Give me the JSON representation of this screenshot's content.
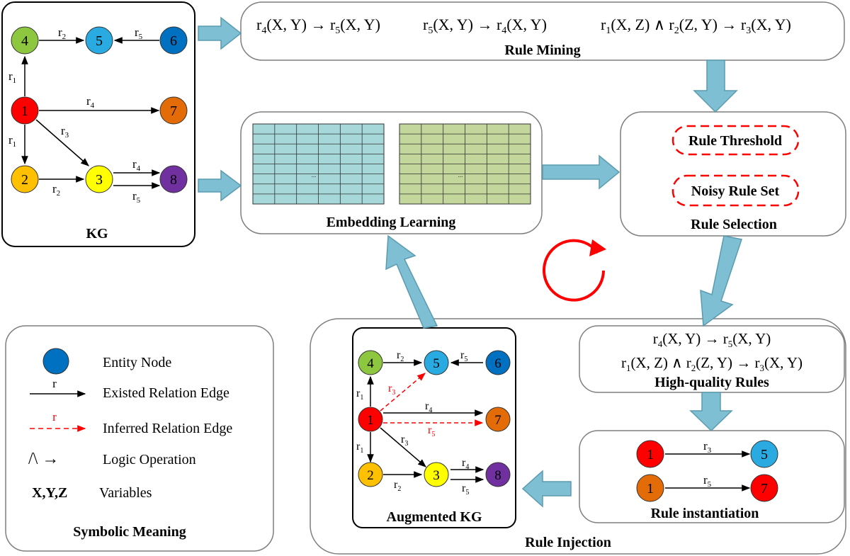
{
  "kg": {
    "title": "KG",
    "nodes": [
      {
        "label": "4",
        "color": "#8dc63f"
      },
      {
        "label": "5",
        "color": "#29abe2"
      },
      {
        "label": "6",
        "color": "#0070c0"
      },
      {
        "label": "1",
        "color": "#ff0000"
      },
      {
        "label": "7",
        "color": "#e36c09"
      },
      {
        "label": "2",
        "color": "#ffc000"
      },
      {
        "label": "3",
        "color": "#ffff00"
      },
      {
        "label": "8",
        "color": "#7030a0"
      }
    ],
    "edge_labels": {
      "r2": "2",
      "r5": "5",
      "r1a": "1",
      "r4": "4",
      "r1b": "1",
      "r3": "3",
      "r4b": "4",
      "r2b": "2",
      "r5b": "5"
    }
  },
  "rule_mining": {
    "title": "Rule Mining",
    "rules": [
      {
        "a": "4",
        "a_args": "(X, Y)",
        "b": "5",
        "b_args": "(X, Y)"
      },
      {
        "a": "5",
        "a_args": "(X, Y)",
        "b": "4",
        "b_args": "(X, Y)"
      },
      {
        "a": "1",
        "a_args": "(X, Z)",
        "c": "2",
        "c_args": "(Z, Y)",
        "b": "3",
        "b_args": "(X, Y)"
      }
    ]
  },
  "embedding": {
    "title": "Embedding Learning",
    "ellipsis": "...",
    "colors": [
      "#a6d7d9",
      "#c3d69b"
    ]
  },
  "rule_selection": {
    "title": "Rule Selection",
    "threshold": "Rule Threshold",
    "noisy": "Noisy Rule Set"
  },
  "high_quality": {
    "title": "High-quality Rules",
    "rule1": {
      "a": "4",
      "args": "(X, Y)",
      "b": "5"
    },
    "rule2": {
      "a": "1",
      "a_args": "(X, Z)",
      "c": "2",
      "c_args": "(Z, Y)",
      "b": "3",
      "b_args": "(X, Y)"
    }
  },
  "instantiation": {
    "title": "Rule instantiation",
    "row1": {
      "from": "1",
      "rel": "3",
      "to": "5",
      "from_color": "#ff0000",
      "to_color": "#29abe2"
    },
    "row2": {
      "from": "1",
      "rel": "5",
      "to": "7",
      "from_color": "#e36c09",
      "to_color": "#ff0000"
    }
  },
  "augmented": {
    "title": "Augmented KG",
    "inferred_r3": "3",
    "inferred_r5": "5"
  },
  "rule_injection": {
    "title": "Rule Injection"
  },
  "legend": {
    "title": "Symbolic Meaning",
    "entity_node": "Entity Node",
    "existed_edge": "Existed Relation Edge",
    "inferred_edge": "Inferred Relation Edge",
    "edge_r": "r",
    "logic_symbols": "/\\    →",
    "logic_op": "Logic Operation",
    "vars_symbol": "X,Y,Z",
    "variables": "Variables"
  },
  "colors": {
    "arrow": "#7fbfd3",
    "arrow_stroke": "#5a9bb0",
    "red": "#ff0000",
    "panel_stroke": "#7f7f7f"
  }
}
